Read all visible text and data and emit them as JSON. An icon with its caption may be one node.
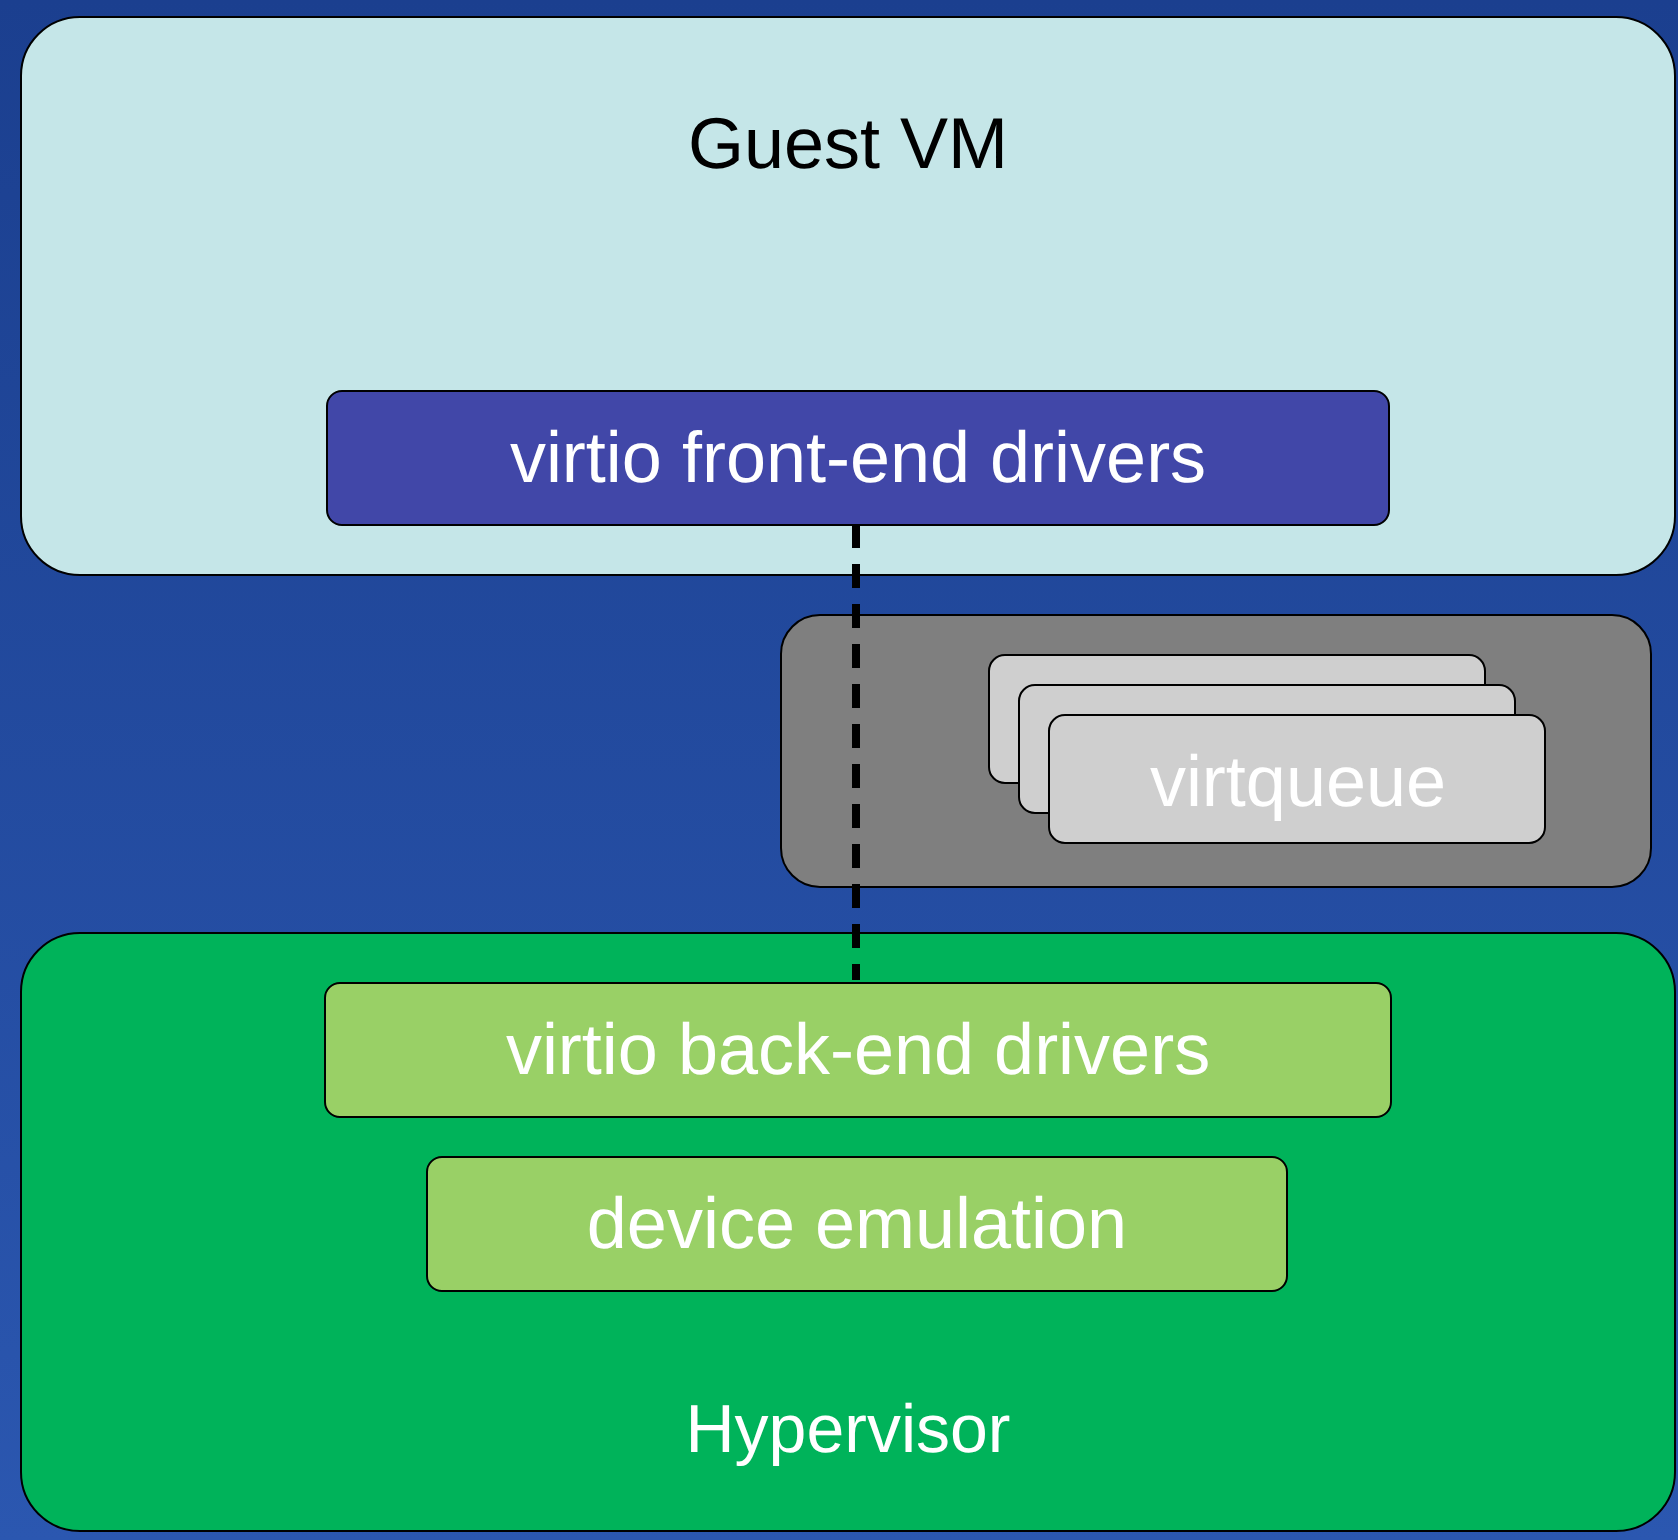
{
  "diagram": {
    "nodes": [
      {
        "text": [
          "Guest VM"
        ]
      },
      {
        "text": [
          "virtio front-end drivers"
        ],
        "in": 0
      },
      {
        "text": [],
        "shape": "box"
      },
      {
        "text": [
          "virtqueue"
        ],
        "in": 2
      },
      {
        "text": [
          "Hypervisor"
        ]
      },
      {
        "text": [
          "virtio back-end drivers"
        ],
        "in": 4
      },
      {
        "text": [
          "device emulation"
        ],
        "in": 4
      }
    ],
    "edges": [
      {
        "from": 1,
        "to": 5,
        "arrow": "none",
        "style": "dashed"
      }
    ]
  }
}
